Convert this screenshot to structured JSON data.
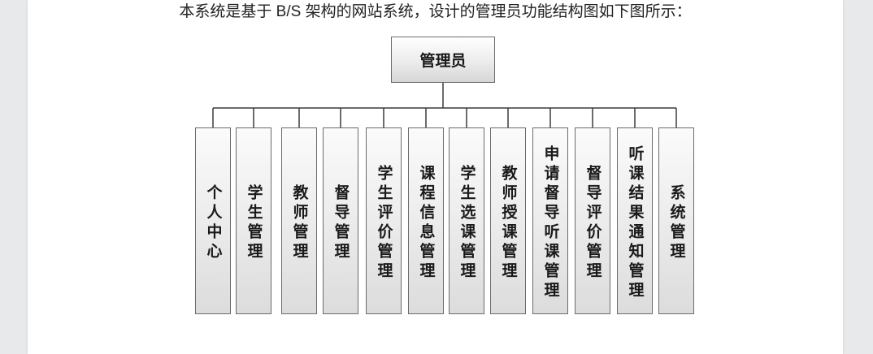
{
  "document": {
    "intro_text": "本系统是基于 B/S 架构的网站系统，设计的管理员功能结构图如下图所示："
  },
  "diagram": {
    "root": "管理员",
    "children": [
      "个人中心",
      "学生管理",
      "教师管理",
      "督导管理",
      "学生评价管理",
      "课程信息管理",
      "学生选课管理",
      "教师授课管理",
      "申请督导听课管理",
      "督导评价管理",
      "听课结果通知管理",
      "系统管理"
    ]
  }
}
